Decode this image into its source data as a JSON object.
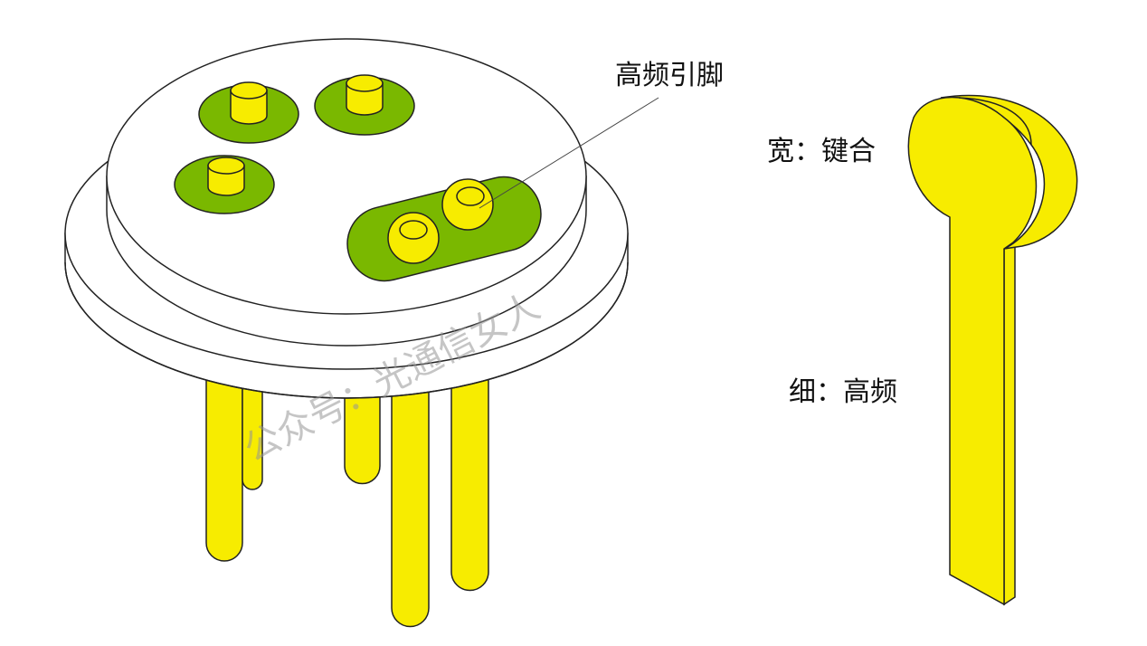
{
  "labels": {
    "high_freq_pin": "高频引脚",
    "wide_bonding": "宽：键合",
    "thin_high_freq": "细：高频"
  },
  "watermark": "公众号：光通信女人",
  "colors": {
    "pin_yellow": "#f7ec00",
    "pad_green": "#7ab800",
    "outline": "#222222"
  }
}
